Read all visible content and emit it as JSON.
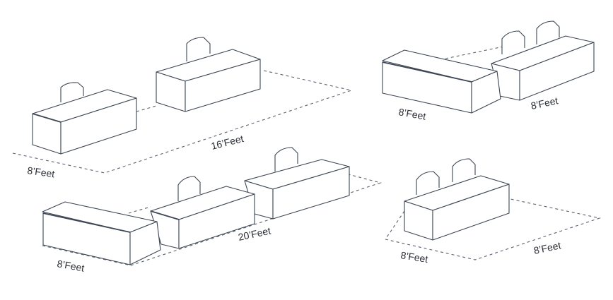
{
  "labels": {
    "a_depth": "8’Feet",
    "a_length": "16’Feet",
    "b_left": "8’Feet",
    "b_right": "8’Feet",
    "c_depth": "8’Feet",
    "c_length": "20’Feet",
    "d_left": "8’Feet",
    "d_right": "8’Feet"
  }
}
